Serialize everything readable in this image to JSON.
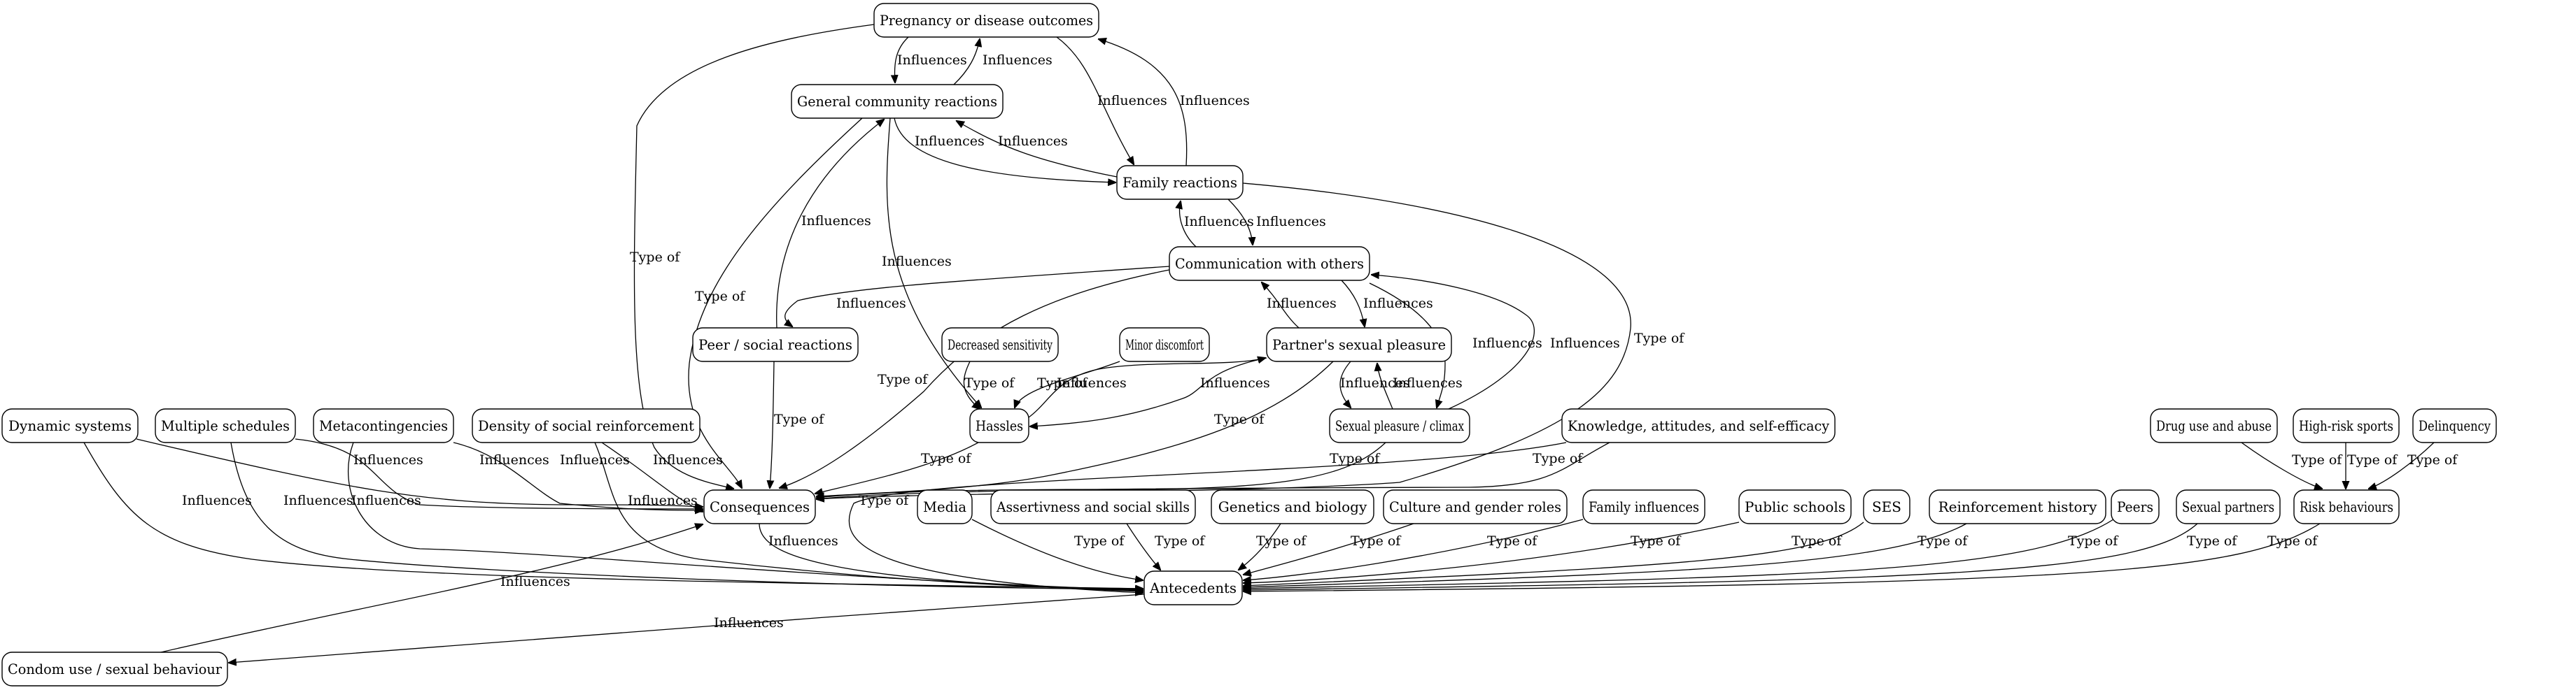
{
  "diagram": {
    "type": "directed-graph",
    "nodes": [
      {
        "id": "pregnancy",
        "label": "Pregnancy or disease outcomes"
      },
      {
        "id": "community",
        "label": "General community reactions"
      },
      {
        "id": "family",
        "label": "Family reactions"
      },
      {
        "id": "communication",
        "label": "Communication with others"
      },
      {
        "id": "peer",
        "label": "Peer / social reactions"
      },
      {
        "id": "decreased",
        "label": "Decreased sensitivity"
      },
      {
        "id": "minor",
        "label": "Minor discomfort"
      },
      {
        "id": "partner",
        "label": "Partner's sexual pleasure"
      },
      {
        "id": "hassles",
        "label": "Hassles"
      },
      {
        "id": "climax",
        "label": "Sexual pleasure / climax"
      },
      {
        "id": "knowledge",
        "label": "Knowledge, attitudes, and self-efficacy"
      },
      {
        "id": "dynamic",
        "label": "Dynamic systems"
      },
      {
        "id": "multiple",
        "label": "Multiple schedules"
      },
      {
        "id": "meta",
        "label": "Metacontingencies"
      },
      {
        "id": "density",
        "label": "Density of social reinforcement"
      },
      {
        "id": "consequences",
        "label": "Consequences"
      },
      {
        "id": "media",
        "label": "Media"
      },
      {
        "id": "assert",
        "label": "Assertivness and social skills"
      },
      {
        "id": "genetics",
        "label": "Genetics and biology"
      },
      {
        "id": "culture",
        "label": "Culture and gender roles"
      },
      {
        "id": "familyinf",
        "label": "Family influences"
      },
      {
        "id": "schools",
        "label": "Public schools"
      },
      {
        "id": "ses",
        "label": "SES"
      },
      {
        "id": "reinf",
        "label": "Reinforcement history"
      },
      {
        "id": "peers",
        "label": "Peers"
      },
      {
        "id": "partners",
        "label": "Sexual partners"
      },
      {
        "id": "risk",
        "label": "Risk behaviours"
      },
      {
        "id": "drug",
        "label": "Drug use and abuse"
      },
      {
        "id": "sports",
        "label": "High-risk sports"
      },
      {
        "id": "delinq",
        "label": "Delinquency"
      },
      {
        "id": "antecedents",
        "label": "Antecedents"
      },
      {
        "id": "condom",
        "label": "Condom use / sexual behaviour"
      }
    ],
    "edges": [
      {
        "from": "pregnancy",
        "to": "community",
        "label": "Influences"
      },
      {
        "from": "community",
        "to": "pregnancy",
        "label": "Influences"
      },
      {
        "from": "pregnancy",
        "to": "family",
        "label": "Influences"
      },
      {
        "from": "family",
        "to": "pregnancy",
        "label": "Influences"
      },
      {
        "from": "community",
        "to": "family",
        "label": "Influences"
      },
      {
        "from": "family",
        "to": "community",
        "label": "Influences"
      },
      {
        "from": "family",
        "to": "communication",
        "label": "Influences"
      },
      {
        "from": "communication",
        "to": "family",
        "label": "Influences"
      },
      {
        "from": "communication",
        "to": "peer",
        "label": "Influences"
      },
      {
        "from": "peer",
        "to": "community",
        "label": "Influences"
      },
      {
        "from": "community",
        "to": "hassles",
        "label": "Influences"
      },
      {
        "from": "communication",
        "to": "partner",
        "label": "Influences"
      },
      {
        "from": "partner",
        "to": "communication",
        "label": "Influences"
      },
      {
        "from": "communication",
        "to": "climax",
        "label": "Influences"
      },
      {
        "from": "climax",
        "to": "communication",
        "label": "Influences"
      },
      {
        "from": "partner",
        "to": "climax",
        "label": "Influences"
      },
      {
        "from": "climax",
        "to": "partner",
        "label": "Influences"
      },
      {
        "from": "hassles",
        "to": "partner",
        "label": "Influences"
      },
      {
        "from": "partner",
        "to": "hassles",
        "label": "Influences"
      },
      {
        "from": "decreased",
        "to": "hassles",
        "label": "Type of"
      },
      {
        "from": "minor",
        "to": "hassles",
        "label": "Type of"
      },
      {
        "from": "pregnancy",
        "to": "consequences",
        "label": "Type of"
      },
      {
        "from": "community",
        "to": "consequences",
        "label": "Type of"
      },
      {
        "from": "peer",
        "to": "consequences",
        "label": "Type of"
      },
      {
        "from": "communication",
        "to": "consequences",
        "label": "Type of"
      },
      {
        "from": "hassles",
        "to": "consequences",
        "label": "Type of"
      },
      {
        "from": "partner",
        "to": "consequences",
        "label": "Type of"
      },
      {
        "from": "climax",
        "to": "consequences",
        "label": "Type of"
      },
      {
        "from": "family",
        "to": "consequences",
        "label": "Type of"
      },
      {
        "from": "knowledge",
        "to": "consequences",
        "label": "Type of"
      },
      {
        "from": "dynamic",
        "to": "consequences",
        "label": "Influences"
      },
      {
        "from": "multiple",
        "to": "consequences",
        "label": "Influences"
      },
      {
        "from": "meta",
        "to": "consequences",
        "label": "Influences"
      },
      {
        "from": "density",
        "to": "consequences",
        "label": "Influences"
      },
      {
        "from": "dynamic",
        "to": "antecedents",
        "label": "Influences"
      },
      {
        "from": "multiple",
        "to": "antecedents",
        "label": "Influences"
      },
      {
        "from": "meta",
        "to": "antecedents",
        "label": "Influences"
      },
      {
        "from": "density",
        "to": "antecedents",
        "label": "Influences"
      },
      {
        "from": "consequences",
        "to": "antecedents",
        "label": "Influences"
      },
      {
        "from": "knowledge",
        "to": "antecedents",
        "label": "Type of"
      },
      {
        "from": "media",
        "to": "antecedents",
        "label": "Type of"
      },
      {
        "from": "assert",
        "to": "antecedents",
        "label": "Type of"
      },
      {
        "from": "genetics",
        "to": "antecedents",
        "label": "Type of"
      },
      {
        "from": "culture",
        "to": "antecedents",
        "label": "Type of"
      },
      {
        "from": "familyinf",
        "to": "antecedents",
        "label": "Type of"
      },
      {
        "from": "schools",
        "to": "antecedents",
        "label": "Type of"
      },
      {
        "from": "ses",
        "to": "antecedents",
        "label": "Type of"
      },
      {
        "from": "reinf",
        "to": "antecedents",
        "label": "Type of"
      },
      {
        "from": "peers",
        "to": "antecedents",
        "label": "Type of"
      },
      {
        "from": "partners",
        "to": "antecedents",
        "label": "Type of"
      },
      {
        "from": "risk",
        "to": "antecedents",
        "label": "Type of"
      },
      {
        "from": "drug",
        "to": "risk",
        "label": "Type of"
      },
      {
        "from": "sports",
        "to": "risk",
        "label": "Type of"
      },
      {
        "from": "delinq",
        "to": "risk",
        "label": "Type of"
      },
      {
        "from": "antecedents",
        "to": "condom",
        "label": "Influences"
      },
      {
        "from": "condom",
        "to": "consequences",
        "label": "Influences"
      }
    ]
  }
}
